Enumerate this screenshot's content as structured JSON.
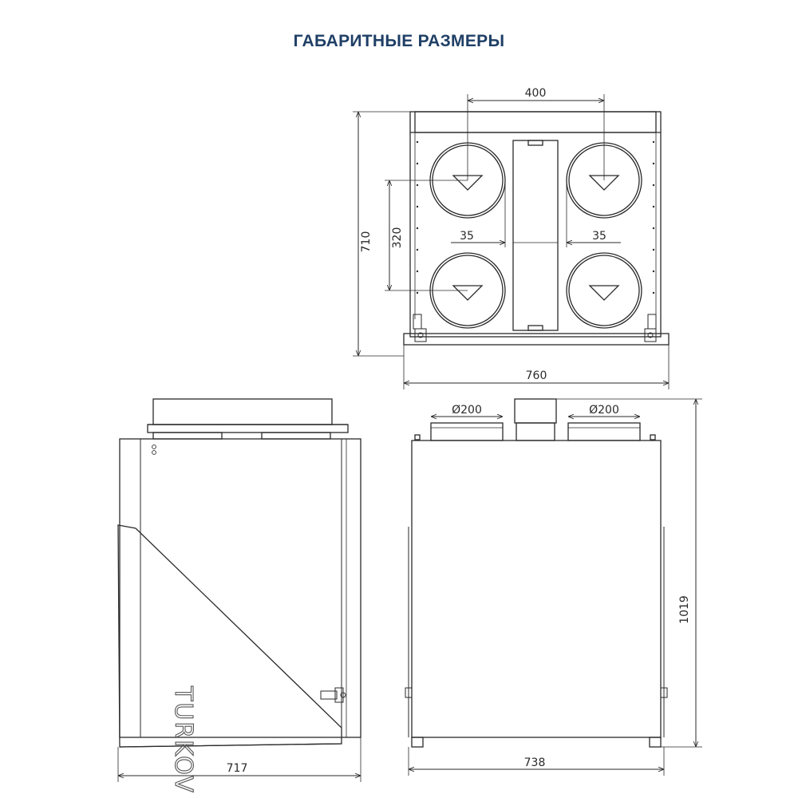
{
  "title": "ГАБАРИТНЫЕ РАЗМЕРЫ",
  "dimensions": {
    "top_view": {
      "inlet_spacing": "400",
      "height": "710",
      "inlet_vertical_spacing": "320",
      "gap_left": "35",
      "gap_right": "35",
      "width": "760"
    },
    "side_view": {
      "depth": "717"
    },
    "front_view": {
      "duct_left": "Ø200",
      "duct_right": "Ø200",
      "height": "1019",
      "width": "738"
    }
  },
  "brand": "TURKOV",
  "colors": {
    "title": "#1f3f66",
    "line": "#2a2a2a"
  }
}
